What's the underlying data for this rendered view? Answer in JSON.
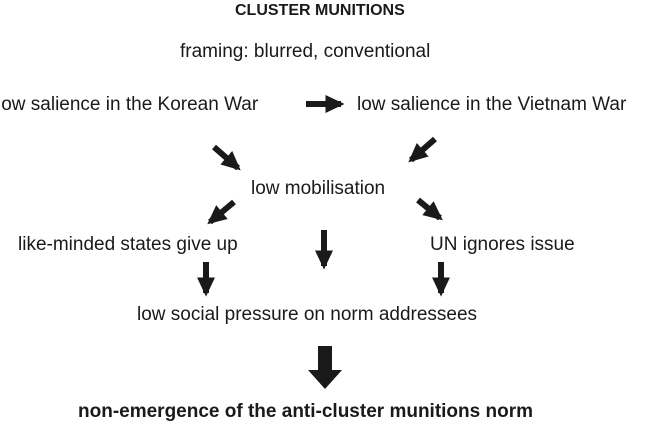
{
  "diagram": {
    "title": "CLUSTER MUNITIONS",
    "framing": "framing: blurred, conventional",
    "korean_war": "low salience in the Korean War",
    "vietnam_war": "low salience in the Vietnam War",
    "mobilisation": "low mobilisation",
    "like_minded": "like-minded states give up",
    "un_ignores": "UN ignores issue",
    "social_pressure": "low social pressure on norm addressees",
    "outcome": "non-emergence of the anti-cluster munitions norm"
  },
  "colors": {
    "text": "#1a1a1a",
    "arrow": "#1a1a1a",
    "background": "#ffffff"
  }
}
